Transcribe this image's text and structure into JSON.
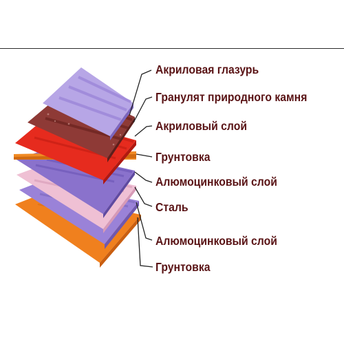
{
  "diagram": {
    "layers": [
      {
        "label": "Акриловая глазурь",
        "color": "#9b86d8"
      },
      {
        "label": "Гранулят природного камня",
        "color": "#8e3a36"
      },
      {
        "label": "Акриловый слой",
        "color": "#e62b1e"
      },
      {
        "label": "Грунтовка",
        "color": "#f08a24"
      },
      {
        "label": "Алюмоцинковый слой",
        "color": "#8a72cc"
      },
      {
        "label": "Сталь",
        "color": "#efc0d4"
      },
      {
        "label": "Алюмоцинковый слой",
        "color": "#9a82d8"
      },
      {
        "label": "Грунтовка",
        "color": "#f0801e"
      }
    ],
    "label_color": "#5a1416",
    "background": "#ffffff"
  }
}
